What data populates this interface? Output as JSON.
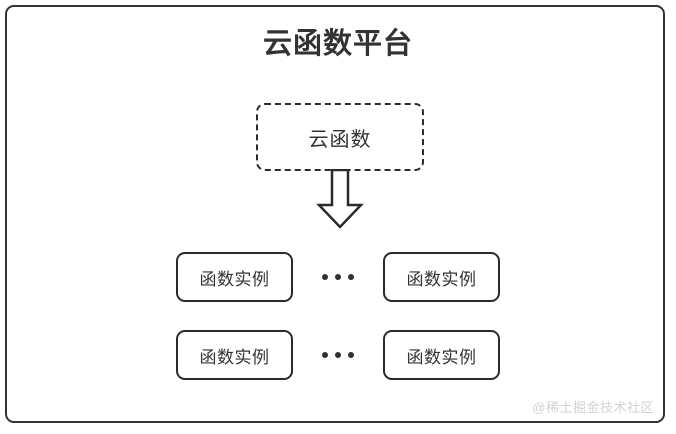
{
  "diagram": {
    "title": "云函数平台",
    "background_color": "#ffffff",
    "line_color": "#2b2b2b",
    "text_color": "#333333",
    "frame": {
      "name": "云函数平台",
      "style": "solid-rounded-rectangle"
    },
    "function_node": {
      "label": "云函数",
      "style": "dashed-rounded-rectangle"
    },
    "arrow": {
      "direction": "down",
      "style": "hollow-block-arrow",
      "from": "云函数",
      "to": "函数实例"
    },
    "instance_rows": [
      {
        "row_index": 1,
        "left_instance": "函数实例",
        "ellipsis": "•••",
        "right_instance": "函数实例"
      },
      {
        "row_index": 2,
        "left_instance": "函数实例",
        "ellipsis": "•••",
        "right_instance": "函数实例"
      }
    ],
    "watermark": "@稀土掘金技术社区"
  }
}
